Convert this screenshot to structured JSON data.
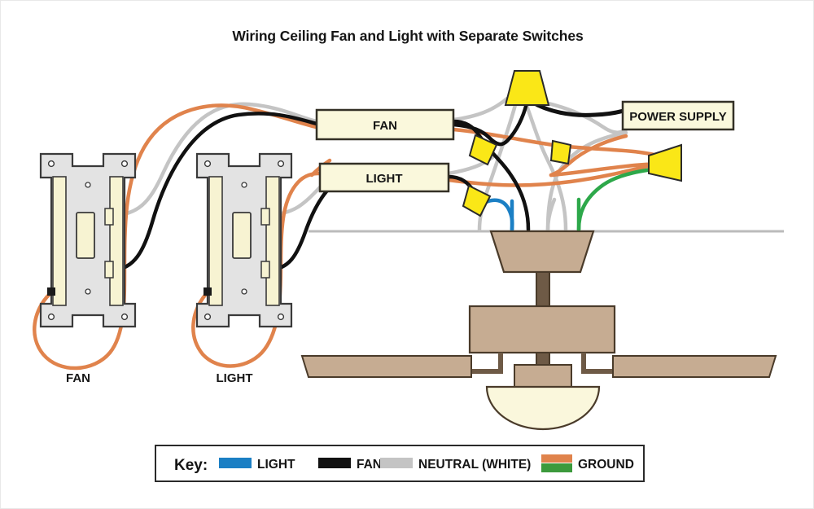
{
  "page": {
    "title": "Wiring Ceiling Fan and Light with Separate Switches",
    "background": "#ffffff"
  },
  "colors": {
    "light_wire": "#1B7FC4",
    "fan_wire": "#111111",
    "neutral_wire": "#C4C4C4",
    "ground_wire": "#E0834C",
    "ground_green": "#2DA84A",
    "wire_nut": "#FAE717",
    "box_fill": "#FAF8DC",
    "box_stroke": "#333026",
    "plate_fill": "#E3E3E3",
    "plate_stroke": "#3a3a3a",
    "toggle_fill": "#F7F3D2",
    "fan_body": "#C6AC92",
    "fan_body_stroke": "#4A3B2A",
    "downrod": "#6E5A46",
    "dome_fill": "#FAF7DC",
    "ceiling_line": "#BBBBBB",
    "text": "#151515"
  },
  "boxes": {
    "fan": {
      "label": "FAN"
    },
    "light": {
      "label": "LIGHT"
    },
    "power_supply": {
      "label": "POWER SUPPLY"
    }
  },
  "switches": [
    {
      "caption": "FAN",
      "controls": "fan"
    },
    {
      "caption": "LIGHT",
      "controls": "light"
    }
  ],
  "key": {
    "title": "Key:",
    "items": [
      {
        "label": "LIGHT",
        "swatch": "solid",
        "color": "#1B7FC4"
      },
      {
        "label": "FAN",
        "swatch": "solid",
        "color": "#111111"
      },
      {
        "label": "NEUTRAL (WHITE)",
        "swatch": "solid",
        "color": "#C4C4C4"
      },
      {
        "label": "GROUND",
        "swatch": "split",
        "color": "#E0834C",
        "color2": "#2DA84A"
      }
    ]
  },
  "fixture": {
    "name": "ceiling-fan-with-light",
    "blade_count": 2,
    "lead_wires": [
      {
        "name": "light",
        "color": "#1B7FC4"
      },
      {
        "name": "fan",
        "color": "#111111"
      },
      {
        "name": "neutral",
        "color": "#C4C4C4"
      },
      {
        "name": "ground",
        "color": "#2DA84A"
      }
    ]
  },
  "wire_nuts": {
    "count": 5,
    "labels": [
      "neutral-splice",
      "fan-splice",
      "ground-splice",
      "light-splice",
      "ground-bundle"
    ]
  }
}
